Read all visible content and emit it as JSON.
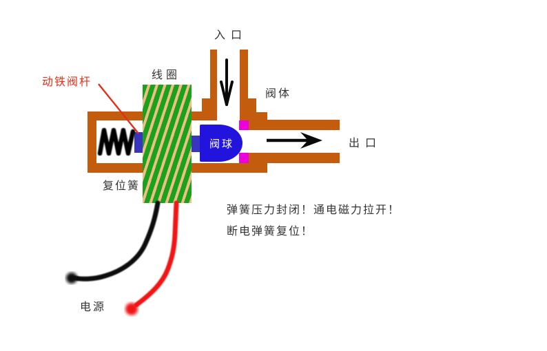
{
  "labels": {
    "inlet": "入口",
    "coil": "线圈",
    "armature_stem": "动铁阀杆",
    "valve_body": "阀体",
    "valve_ball": "阀球",
    "outlet": "出口",
    "return_spring": "复位簧",
    "power": "电源"
  },
  "notes": {
    "line1": "弹簧压力封闭！通电磁力拉开！",
    "line2": "断电弹簧复位！"
  },
  "colors": {
    "body-brown": "#c45c0e",
    "coil-green": "#1aa21d",
    "coil-stripe": "#eebe84",
    "ball-blue": "#2214dd",
    "stem-blue": "#3a35bf",
    "seal-magenta": "#ec00dc",
    "label-red": "#e23018",
    "wire-red": "#f01212",
    "wire-black": "#0a0a0a",
    "text-dark": "#333333"
  }
}
